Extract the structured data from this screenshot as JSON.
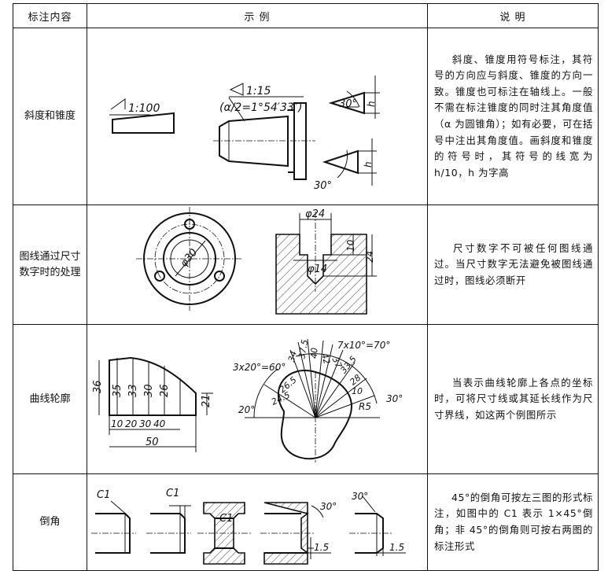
{
  "header": {
    "col1": "标注内容",
    "col2": "示      例",
    "col3": "说     明"
  },
  "rows": [
    {
      "name": "斜度和锥度",
      "desc": "斜度、锥度用符号标注，其符号的方向应与斜度、锥度的方向一致。锥度也可标注在轴线上。一般不需在标注锥度的同时注其角度值（α 为圆锥角）；如有必要，可在括号中注出其角度值。画斜度和锥度的符号时，其符号的线宽为 h/10，h 为字高",
      "labels": {
        "slope": "1:100",
        "taper": "1:15",
        "taper_angle": "(α/2=1°54′33″)",
        "angle1": "30°",
        "angle2": "30°",
        "h1": "h",
        "h2": "h"
      }
    },
    {
      "name": "图线通过尺寸数字时的处理",
      "desc": "尺寸数字不可被任何图线通过。当尺寸数字无法避免被图线通过时，图线必须断开",
      "labels": {
        "dia_circle": "φ30",
        "dia_top": "φ24",
        "dia_bottom": "φ14",
        "depth1": "10",
        "depth2": "24"
      }
    },
    {
      "name": "曲线轮廓",
      "desc": "当表示曲线轮廓上各点的坐标时，可将尺寸线或其延长线作为尺寸界线，如这两个例图所示",
      "labels": {
        "h_total": "36",
        "h_values": [
          "35",
          "33",
          "30",
          "26"
        ],
        "h_right": "21",
        "x_values": [
          "10",
          "20",
          "30",
          "40"
        ],
        "width": "50",
        "ang_left": "3x20°=60°",
        "ang_right": "7x10°=70°",
        "ang_bl": "20°",
        "ang_br": "30°",
        "radii": [
          "24.5",
          "26.5",
          "34",
          "37.5",
          "40",
          "42",
          "37",
          "33.5",
          "28"
        ],
        "r_small": "10",
        "r5": "R5"
      }
    },
    {
      "name": "倒角",
      "desc": "45°的倒角可按左三图的形式标注，如图中的 C1 表示 1×45°倒角；非 45°的倒角则可按右两图的标注形式",
      "labels": {
        "c1_a": "C1",
        "c1_b": "C1",
        "c1_c": "C1",
        "ang1": "30°",
        "ang2": "30°",
        "len1": "1.5",
        "len2": "1.5"
      }
    }
  ]
}
